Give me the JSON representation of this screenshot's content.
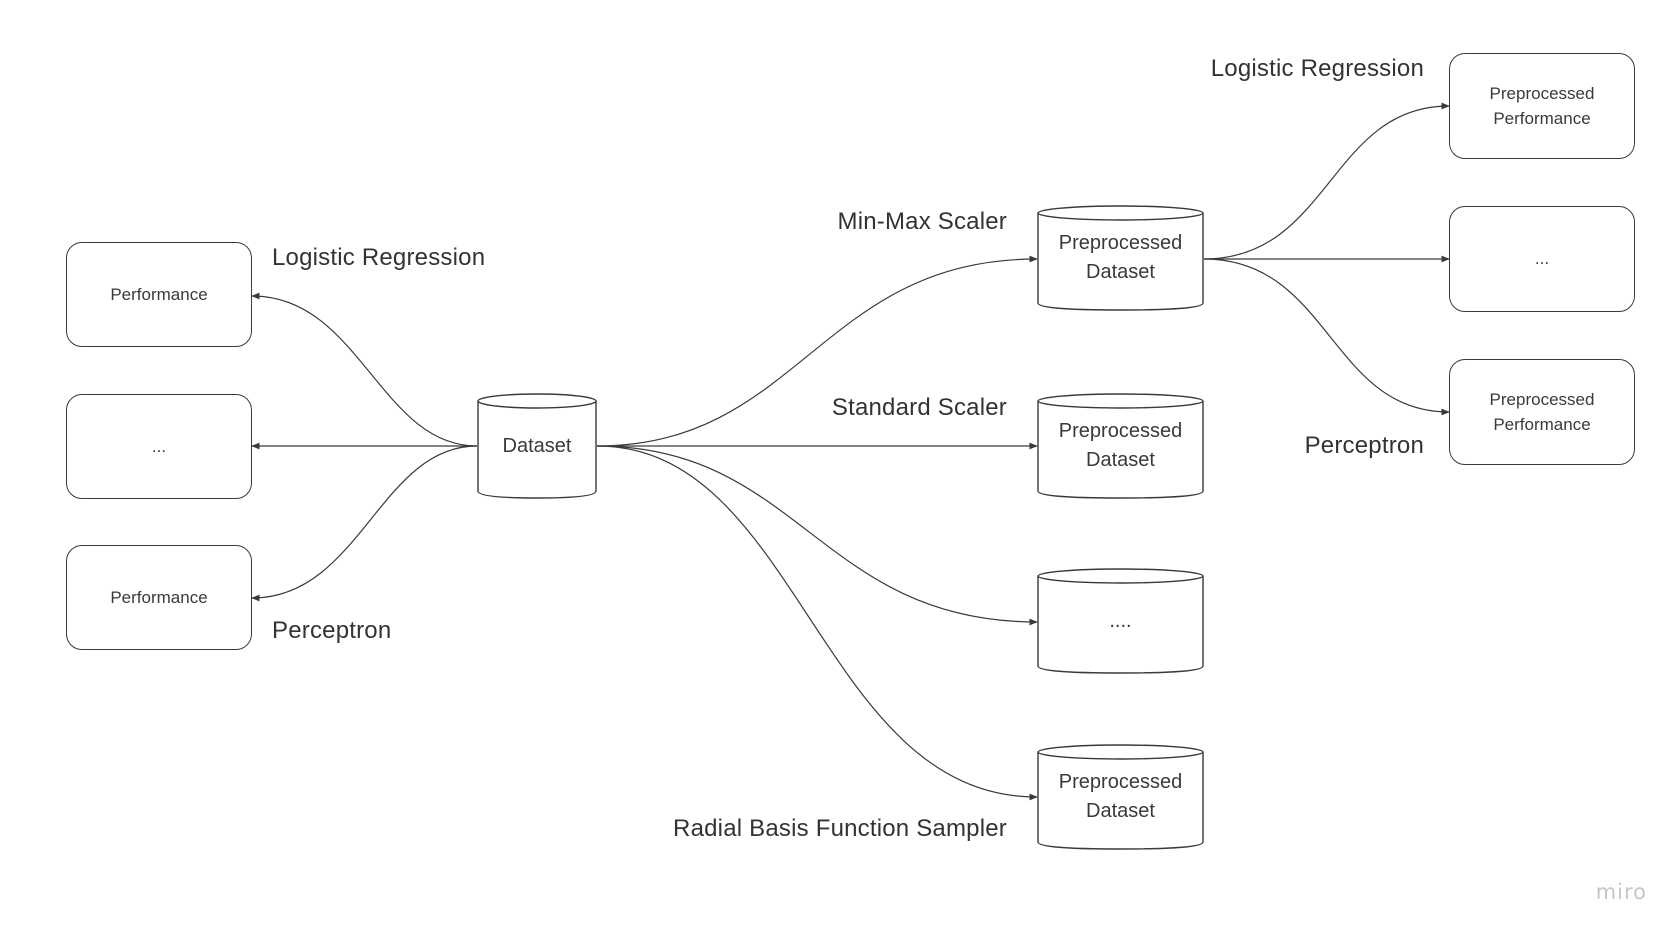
{
  "nodes": {
    "perf_left_top": "Performance",
    "perf_left_mid": "...",
    "perf_left_bottom": "Performance",
    "dataset_center": "Dataset",
    "pre_minmax": "Preprocessed\nDataset",
    "pre_standard": "Preprocessed\nDataset",
    "pre_other": "....",
    "pre_rbf": "Preprocessed\nDataset",
    "preperf_top": "Preprocessed\nPerformance",
    "preperf_mid": "...",
    "preperf_bottom": "Preprocessed\nPerformance"
  },
  "labels": {
    "left_logreg": "Logistic Regression",
    "left_perceptron": "Perceptron",
    "minmax": "Min-Max Scaler",
    "standard": "Standard Scaler",
    "rbf": "Radial Basis Function Sampler",
    "right_logreg": "Logistic Regression",
    "right_perceptron": "Perceptron"
  },
  "watermark": "miro",
  "colors": {
    "stroke": "#3a3a3a",
    "watermark": "#c3c7cc"
  }
}
